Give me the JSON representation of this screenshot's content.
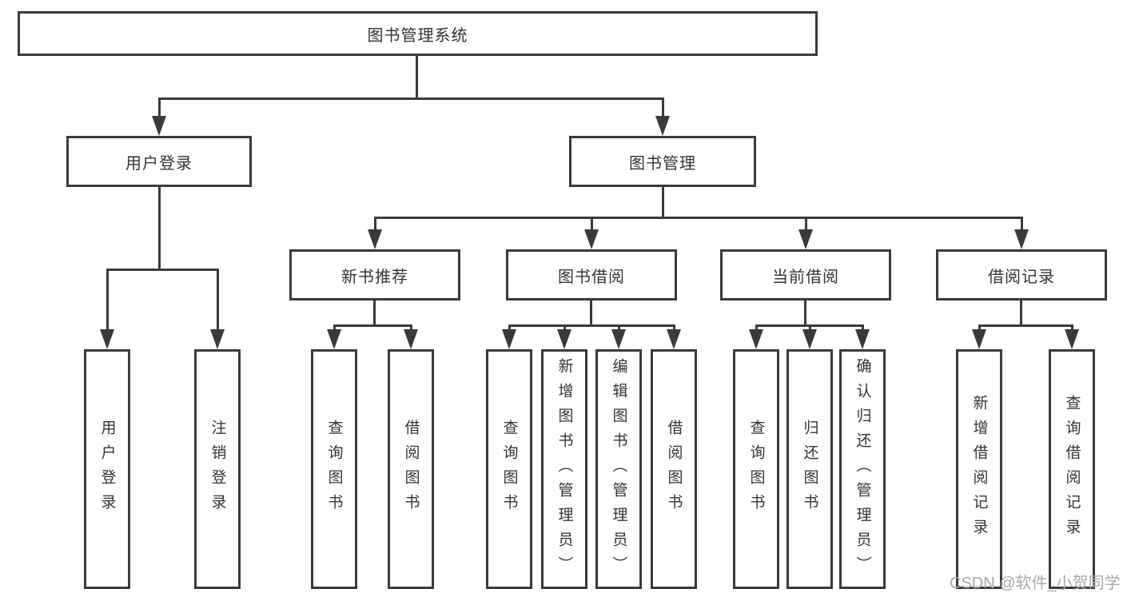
{
  "tree": {
    "root": {
      "label": "图书管理系统"
    },
    "children": [
      {
        "label": "用户登录",
        "children": [
          {
            "label": "用户登录"
          },
          {
            "label": "注销登录"
          }
        ]
      },
      {
        "label": "图书管理",
        "children": [
          {
            "label": "新书推荐",
            "children": [
              {
                "label": "查询图书"
              },
              {
                "label": "借阅图书"
              }
            ]
          },
          {
            "label": "图书借阅",
            "children": [
              {
                "label": "查询图书"
              },
              {
                "label": "新增图书（管理员）"
              },
              {
                "label": "编辑图书（管理员）"
              },
              {
                "label": "借阅图书"
              }
            ]
          },
          {
            "label": "当前借阅",
            "children": [
              {
                "label": "查询图书"
              },
              {
                "label": "归还图书"
              },
              {
                "label": "确认归还（管理员）"
              }
            ]
          },
          {
            "label": "借阅记录",
            "children": [
              {
                "label": "新增借阅记录"
              },
              {
                "label": "查询借阅记录"
              }
            ]
          }
        ]
      }
    ]
  },
  "watermark": "CSDN @软件_小贺同学",
  "colors": {
    "line": "#3a3a3a",
    "text": "#333333",
    "watermark": "#a9a9a9",
    "background": "#ffffff"
  }
}
